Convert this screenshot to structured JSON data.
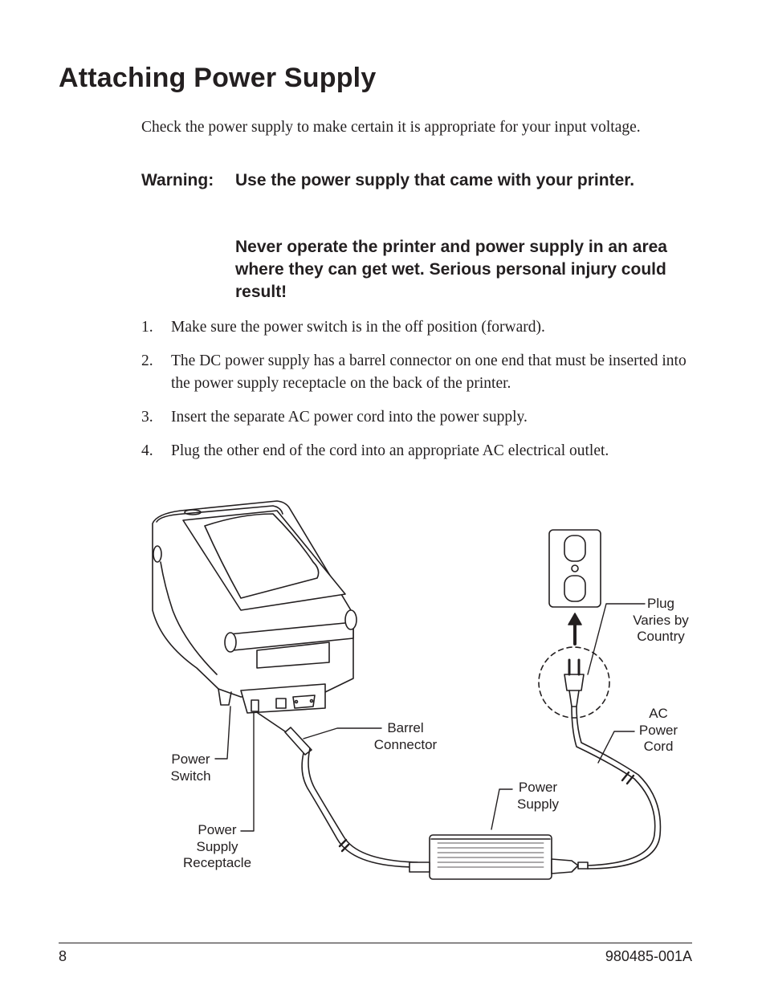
{
  "page": {
    "title": "Attaching Power Supply",
    "intro": "Check the power supply to make certain it is appropriate for your input voltage.",
    "warning": {
      "label": "Warning:",
      "line1": "Use the power supply that came with your printer.",
      "line2": "Never operate the printer and power supply in an area where they can get wet.  Serious personal injury could result!"
    },
    "steps": [
      {
        "num": "1.",
        "text": "Make sure the power switch is in the off position (forward)."
      },
      {
        "num": "2.",
        "text": "The DC power supply has a barrel connector on one end that must be inserted into the power supply receptacle on the back of the printer."
      },
      {
        "num": "3.",
        "text": "Insert the separate AC power cord into the power supply."
      },
      {
        "num": "4.",
        "text": "Plug the other end of the cord into an appropriate AC electrical outlet."
      }
    ],
    "figure_labels": {
      "plug": "Plug\nVaries by\nCountry",
      "ac_cord": "AC\nPower\nCord",
      "barrel": "Barrel\nConnector",
      "power_switch": "Power\nSwitch",
      "power_supply": "Power\nSupply",
      "receptacle": "Power\nSupply\nReceptacle"
    },
    "footer": {
      "page_number": "8",
      "doc_number": "980485-001A"
    }
  }
}
